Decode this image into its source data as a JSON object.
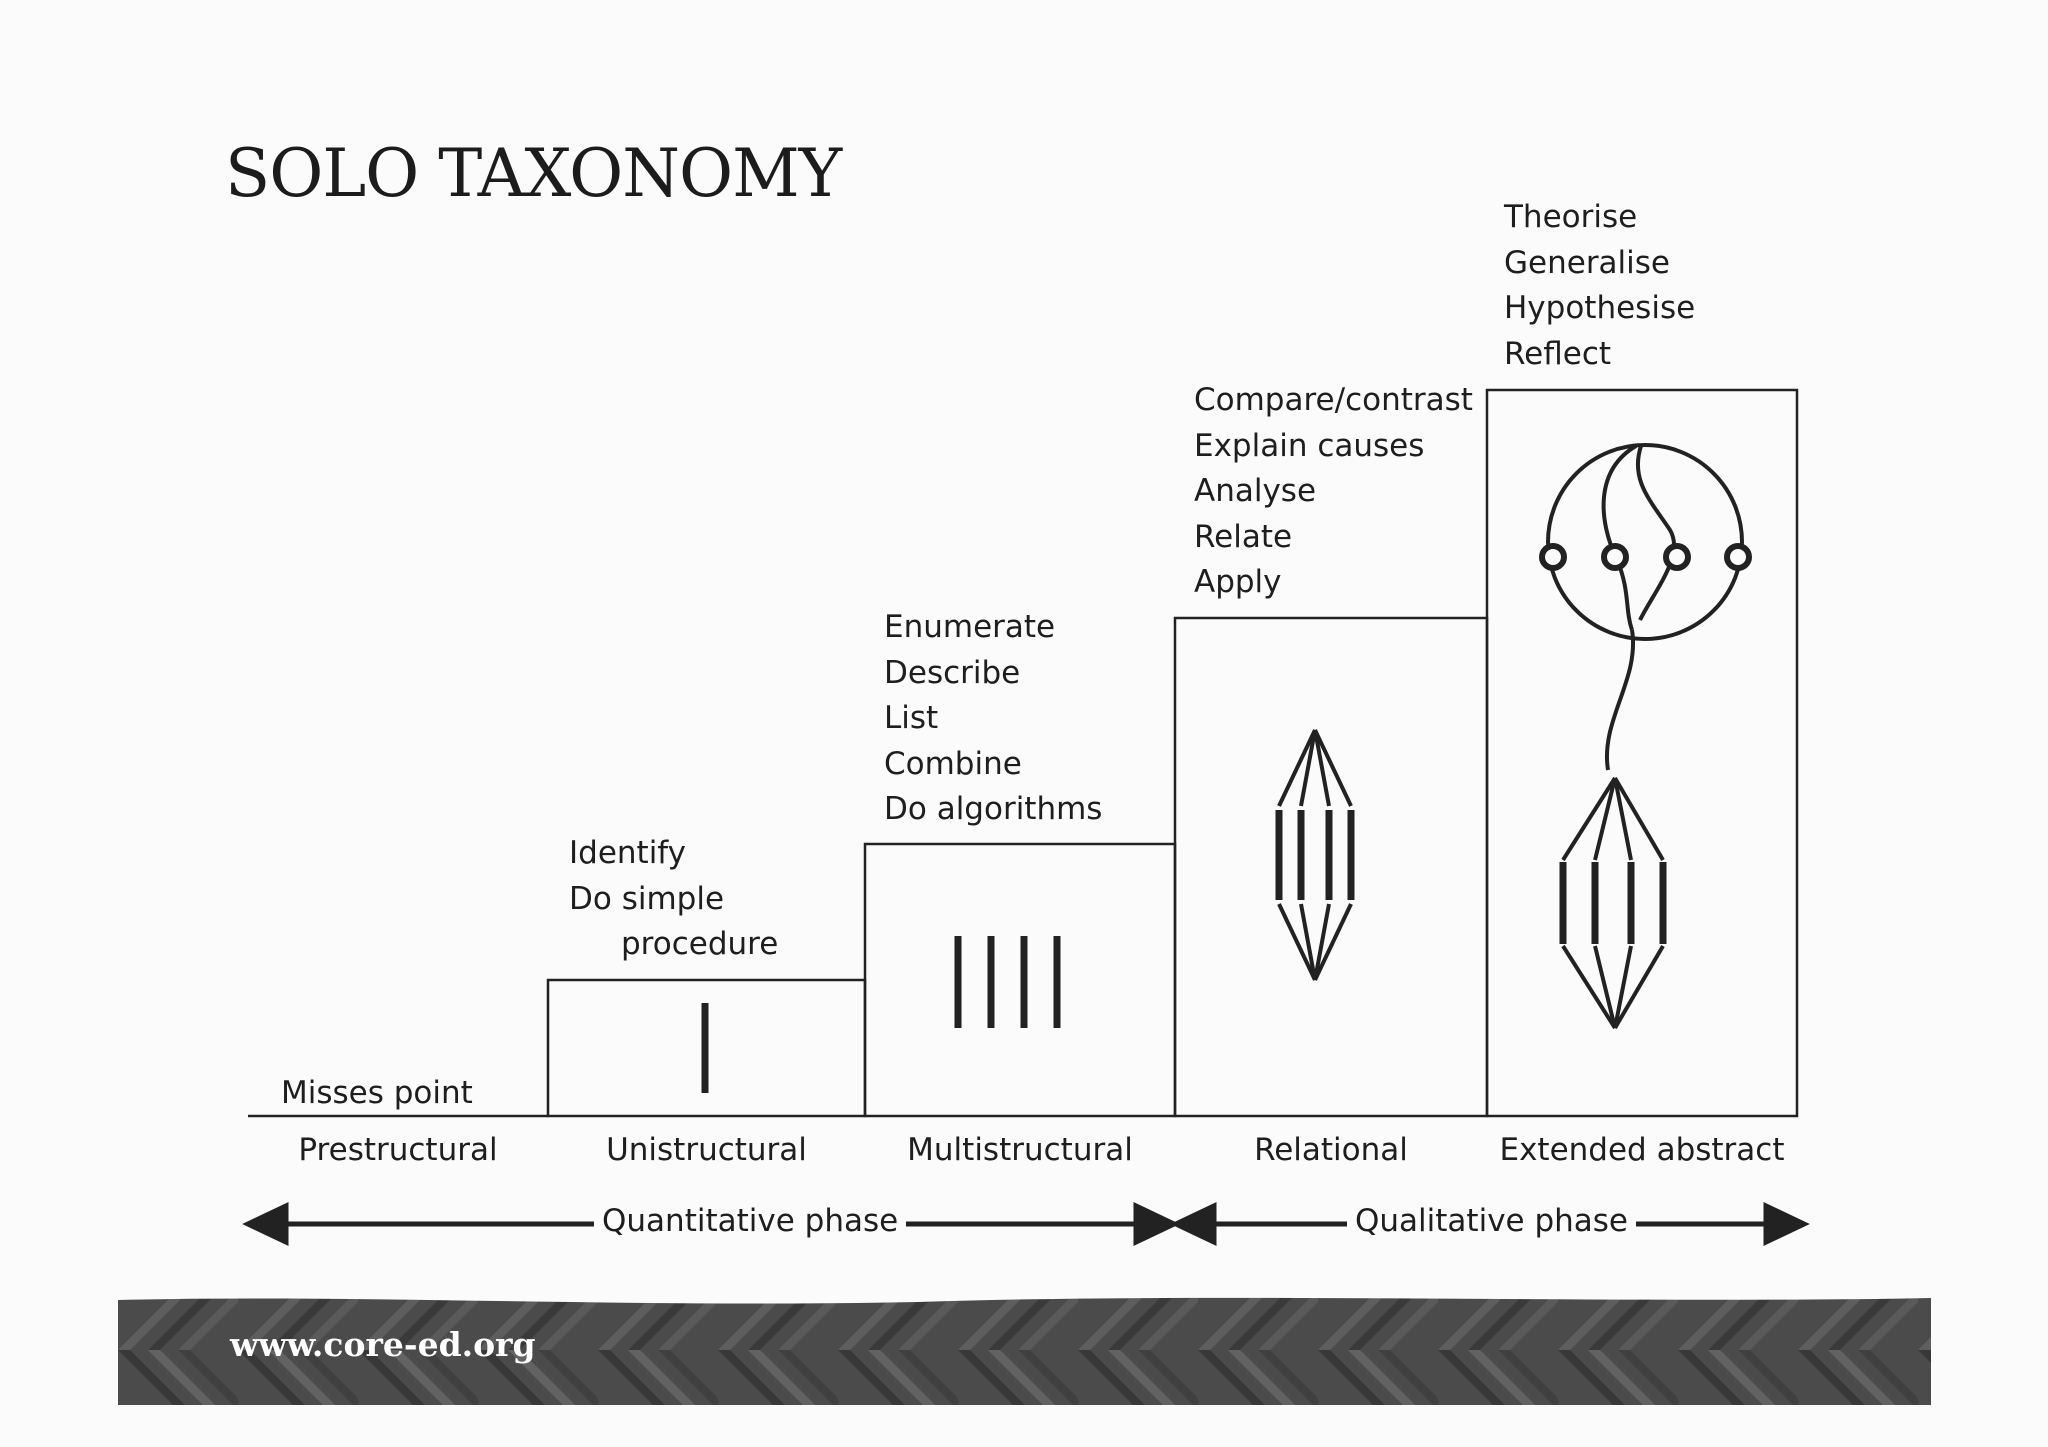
{
  "title": "SOLO TAXONOMY",
  "levels": [
    {
      "name": "Prestructural",
      "verbs": [
        "Misses point"
      ]
    },
    {
      "name": "Unistructural",
      "verbs": [
        "Identify",
        "Do simple",
        "procedure"
      ]
    },
    {
      "name": "Multistructural",
      "verbs": [
        "Enumerate",
        "Describe",
        "List",
        "Combine",
        "Do algorithms"
      ]
    },
    {
      "name": "Relational",
      "verbs": [
        "Compare/contrast",
        "Explain causes",
        "Analyse",
        "Relate",
        "Apply"
      ]
    },
    {
      "name": "Extended abstract",
      "verbs": [
        "Theorise",
        "Generalise",
        "Hypothesise",
        "Reflect"
      ]
    }
  ],
  "phases": {
    "quantitative": "Quantitative phase",
    "qualitative": "Qualitative phase"
  },
  "footer": {
    "url": "www.core-ed.org"
  }
}
